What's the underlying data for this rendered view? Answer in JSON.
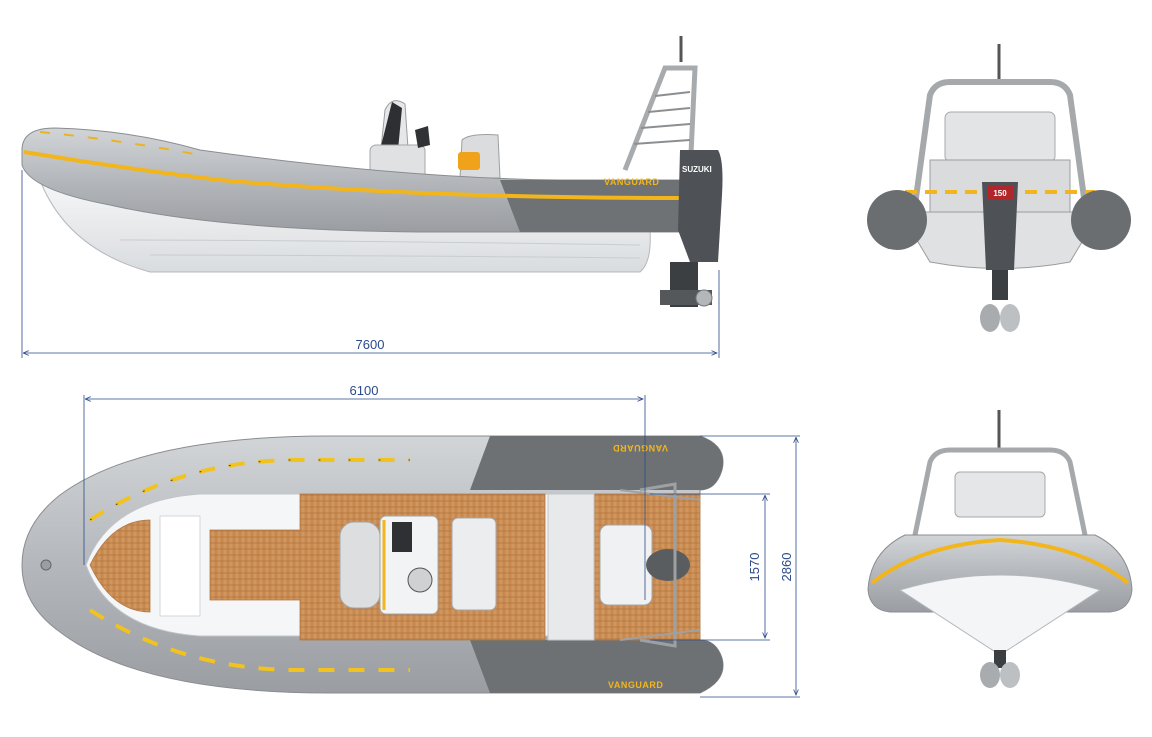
{
  "dimensions": {
    "overall_length": "7600",
    "hull_length": "6100",
    "overall_beam": "2860",
    "inner_beam": "1570"
  },
  "branding": {
    "hull_brand": "VANGUARD",
    "engine_brand": "SUZUKI",
    "engine_model": "150"
  },
  "colors": {
    "tube_grey": "#b9bcc0",
    "tube_dark": "#6e7174",
    "stripe_yellow": "#f2b61c",
    "deck_teak": "#c98b52",
    "hull_white": "#eef0f2",
    "dimension_line": "#2a4a8a",
    "engine_grey": "#4e5155"
  }
}
